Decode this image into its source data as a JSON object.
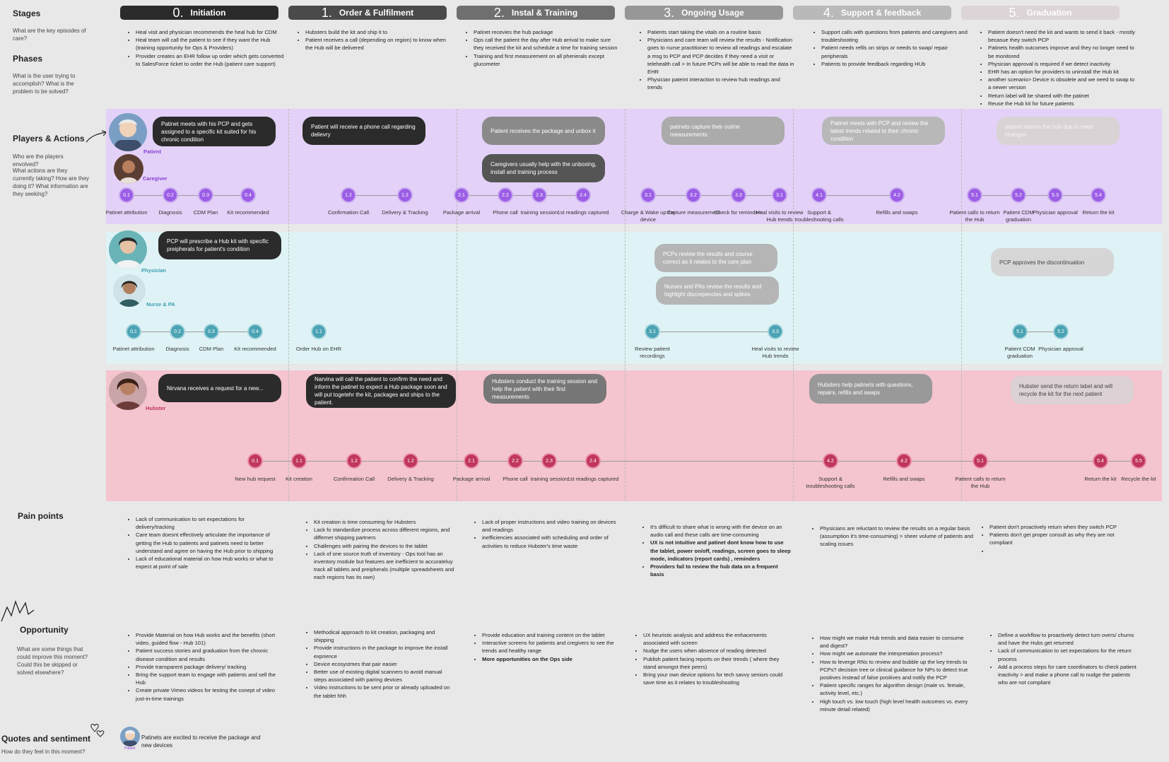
{
  "left": {
    "stages": {
      "title": "Stages",
      "sub": "What are the key episodes of care?"
    },
    "phases": {
      "title": "Phases",
      "sub": "What is the user trying to accomplish? What is the problem to be solved?"
    },
    "players": {
      "title": "Players & Actions",
      "sub1": "Who are the players envolved?",
      "sub2": "What actions are they currently taking? How are they doing it? What information are they seeking?"
    },
    "pain": {
      "title": "Pain points"
    },
    "opportunity": {
      "title": "Opportunity",
      "sub": "What are some things that could improve this moment? Could this be skipped or solved elsewhere?"
    },
    "quotes": {
      "title": "Quotes and sentiment",
      "sub": "How do they feel in this moment?"
    }
  },
  "stages": [
    {
      "num": "0.",
      "name": "Initiation",
      "color": "#2b2b2b"
    },
    {
      "num": "1.",
      "name": "Order & Fulfilment",
      "color": "#4a4a4a"
    },
    {
      "num": "2.",
      "name": "Instal & Training",
      "color": "#6f6f6f"
    },
    {
      "num": "3.",
      "name": "Ongoing Usage",
      "color": "#979797"
    },
    {
      "num": "4.",
      "name": "Support & feedback",
      "color": "#b9b9b9"
    },
    {
      "num": "5.",
      "name": "Graduation",
      "color": "#dcd4d6"
    }
  ],
  "descriptions": [
    [
      "Heal visit and physician recommends the heal hub for CDM",
      "Heal team will call the patient to see if they want the Hub (training opportunity for Ops & Providers)",
      "Provider creates an EHR follow up order which gets converted to SalesForce ticket to order the Hub (patient care support)"
    ],
    [
      "Hubsters build the kit and ship it to",
      "Patient receives a call (depending on region) to know when the Hub will be delivered"
    ],
    [
      "Patinet recevies the hub package",
      "Ops call the patient the day after Hub arrival to make sure they received the kit and schedule a time for training session",
      "Training and first measurement on all pherierals except glucometer"
    ],
    [
      "Patients start taking the vitals on a routine basis",
      "Physicians and care team will review the results - Notification goes to nurse practitioner to review all readings and escalate a msg to PCP and PCP decides if they need a visit or telehealth call > In future PCPs will be able to read the data in EHR",
      "Physician pateint interaction to review hub readings and trends"
    ],
    [
      "Support calls with questions from patients and caregivers and troubleshooting",
      "Patient needs refils on strips or needs to swap/ repair peripherals",
      "Patients to provide feedback regarding HUb"
    ],
    [
      "Patient doesn't need the kit and wants to send it back - mostly becasue they switch PCP",
      "Patinets health outcomes improve and they no longer need to be monitored",
      "Physician approval is required if we detect inactivity",
      "EHR has an option for providers to uninstall the Hub kit",
      "another scenario> Device is obsolete and we need to swap to a newer version",
      "Return label will be shared with the patinet",
      "Reuse the Hub kit for future patients"
    ]
  ],
  "patient_lane": {
    "roles": {
      "patient": "Patient",
      "caregiver": "Caregiver"
    },
    "bubbles": [
      "Patinet meets with his PCP and gets assigned to a specific kit suited for his chronic condition",
      "Patient will receive a phone call regarding delievry",
      "Patient receives the package and unbox it",
      "Caregivers usually help with the unboxing, install and training process",
      "patinets capture their outine measurements",
      "Patinet meets with PCP and review the latest trends related to their chronic condition",
      "patient returns the hub due to need changes"
    ],
    "nodes": [
      {
        "id": "0.1",
        "label": "Patinet attribution"
      },
      {
        "id": "0.2",
        "label": "Diagnosis"
      },
      {
        "id": "0.3",
        "label": "CDM Plan"
      },
      {
        "id": "0.4",
        "label": "Kit recommended"
      },
      {
        "id": "1.2",
        "label": "Confirmation Call"
      },
      {
        "id": "1.2",
        "label": "Delivery & Tracking"
      },
      {
        "id": "2.1",
        "label": "Package arrival"
      },
      {
        "id": "2.2",
        "label": "Phone call"
      },
      {
        "id": "2.3",
        "label": "training session"
      },
      {
        "id": "2.4",
        "label": "1st readings captured"
      },
      {
        "id": "3.1",
        "label": "Charge & Wake up the device"
      },
      {
        "id": "3.2",
        "label": "Capture measurement"
      },
      {
        "id": "3.3",
        "label": "Check for reminders"
      },
      {
        "id": "3.1",
        "label": "Heal visits to review Hub trends"
      },
      {
        "id": "4.1",
        "label": "Support & troubleshooting calls"
      },
      {
        "id": "4.2",
        "label": "Refills and swaps"
      },
      {
        "id": "5.1",
        "label": "Patient calls to return the Hub"
      },
      {
        "id": "5.2",
        "label": "Patient CDM graduation"
      },
      {
        "id": "5.3",
        "label": "Physician approval"
      },
      {
        "id": "5.4",
        "label": "Return the kit"
      }
    ]
  },
  "physician_lane": {
    "roles": {
      "physician": "Physician",
      "nurse": "Nurse & PA"
    },
    "bubbles": [
      "PCP will prescribe a Hub kit with specific preipherals for patient's condition",
      "PCPs review the results and course correct as it relates to the care plan",
      "Nurses and PAs review the results and highlight discrepencies and spikes",
      "PCP approves the discontinuation"
    ],
    "nodes": [
      {
        "id": "0.1",
        "label": "Patinet attribution"
      },
      {
        "id": "0.2",
        "label": "Diagnosis"
      },
      {
        "id": "0.3",
        "label": "CDM Plan"
      },
      {
        "id": "0.4",
        "label": "Kit recommended"
      },
      {
        "id": "1.1",
        "label": "Order Hub on EHR"
      },
      {
        "id": "3.1",
        "label": "Review patient recordings"
      },
      {
        "id": "3.3",
        "label": "Heal visits to review Hub trends"
      },
      {
        "id": "5.1",
        "label": "Patient CDM graduation"
      },
      {
        "id": "5.2",
        "label": "Physician approval"
      }
    ]
  },
  "hubster_lane": {
    "roles": {
      "hubster": "Hubster"
    },
    "bubbles": [
      "Nirvana receives a request for a new...",
      "Narvina will call the patient to confirm the need and inform the patinet to expect a Hub package soon and will put togetehr the kit, packages and ships to the patient.",
      "Hubsters conduct the training session and help the patient with their first measurements",
      "Hubsters help patinets with questions, repairs, refills and swaps",
      "Hubster send the return label and will recycle the kit for the next patient"
    ],
    "nodes": [
      {
        "id": "0.1",
        "label": "New hub request"
      },
      {
        "id": "1.1",
        "label": "Kit creation"
      },
      {
        "id": "1.2",
        "label": "Confirmation Call"
      },
      {
        "id": "1.2",
        "label": "Delivery & Tracking"
      },
      {
        "id": "2.1",
        "label": "Package arrival"
      },
      {
        "id": "2.2",
        "label": "Phone call"
      },
      {
        "id": "2.3",
        "label": "training session"
      },
      {
        "id": "2.4",
        "label": "1st readings captured"
      },
      {
        "id": "4.2",
        "label": "Support & troubleshooting calls"
      },
      {
        "id": "4.2",
        "label": "Refills and swaps"
      },
      {
        "id": "5.1",
        "label": "Patient calls to return the Hub"
      },
      {
        "id": "5.4",
        "label": "Return the kit"
      },
      {
        "id": "5.5",
        "label": "Recycle the kit"
      }
    ]
  },
  "pain_points": [
    [
      "Lack of communication to set expectations for delivery/tracking",
      "Care team doesnt effectively articulate the importance of getting the Hub to patients and patinets need to better understand and agree on having the Hub prior to shipping",
      "Lack of educational material on how Hub works or what to expect at point of sale"
    ],
    [
      "Kit creation is time consuming for Hubsters",
      "Lack fo standardize process across different regions, and differnet shipping partners",
      "Challenges with pairing the devices to the tablet",
      "Lack of one source truth of inventory - Ops tool has an inventory module but features are inefficient to accurateluy track all tablets and preipherals (multiple spreadsheets and each regions has its own)"
    ],
    [
      "Lack of proper instructions and video training on devices and readings",
      "inefficiencies associated with scheduling and order of activities to reduce Hubster's time waste"
    ],
    [
      "It's difficult to share what is wrong with the device on an audio call and these calls are time-consuming",
      "UX is not intuitive and patinet dont know how to use the tablet, power on/off, readings, screen goes to sleep mode, indicators (report cards) , reminders",
      "Providers fail to review the hub data on a frequent basis"
    ],
    [
      "Physicians are reluctant to review the results on a regular basis (assumption it's time-consuming) > sheer volume of patients and scaling issues"
    ],
    [
      "Patient don't proactively return when they switch PCP",
      "Patients don't get proper consult as why they are not compliant",
      ""
    ]
  ],
  "opportunities": [
    [
      "Provide Material on how Hub works and the benefits (short video, guided flow - Hub 101)",
      "Patient success stories and graduation from the chronic disease condition and results",
      "Provide transparent package delivery/ tracking",
      "Bring the support team to engage with patients and sell the Hub",
      "Create private Vimeo videos for testing the conept of video just-in-time trainings"
    ],
    [
      "Methodical approach to kit creation, packaging and shipping",
      "Provide instructions in the package to improve the install exprience",
      "Device ecosystmes that pair easier",
      "Better use of existing digital scanners to avoid manual steps associated with pairing devices",
      "Video instructions to be sent prior or already uploaded on the tablet hhh"
    ],
    [
      "Provide education and training content on the tablet",
      "Interactive screens for patients and cregivers to see the trends and healthy range",
      "More opportunities on the Ops side"
    ],
    [
      "UX heuristic analysis and address the enhacements associated with screen",
      "Nudge the users when absence of reading detected",
      "Publish patient facing reports on their trends ( where they stand amongst their peers)",
      "Bring your own device options for tech savvy seniors could save time as it relates to troubleshooting"
    ],
    [
      "How might we make Hub trends and data easier to consume and digest?",
      "How might we automate the interpretation process?",
      "How to leverge RNs to review and bubble up the key trends to PCPs? decision tree or clinical guidance for NPs to detect true positives instead of false positives and notify the PCP",
      "Patient specific ranges for algorithm design (male vs. female, activity level, etc.)",
      "High touch vs. low touch (high level health outcomes vs. every minute detail related)"
    ],
    [
      "Define a workflow to proactively detect turn overs/ churns and have the Hubs get returned",
      "Lack of communication to set expectations for the return process",
      "Add a process steps for care coordinators to check patient inactivity > and make a phone call to nudge the patients who are not compliant"
    ]
  ],
  "quote": {
    "text": "Patinets are excited to receive the package and new devices",
    "role": "Patient"
  },
  "colors": {
    "patient_lane": "#e3d1f7",
    "physician_lane": "#dff3f6",
    "hubster_lane": "#f4c4cf"
  }
}
